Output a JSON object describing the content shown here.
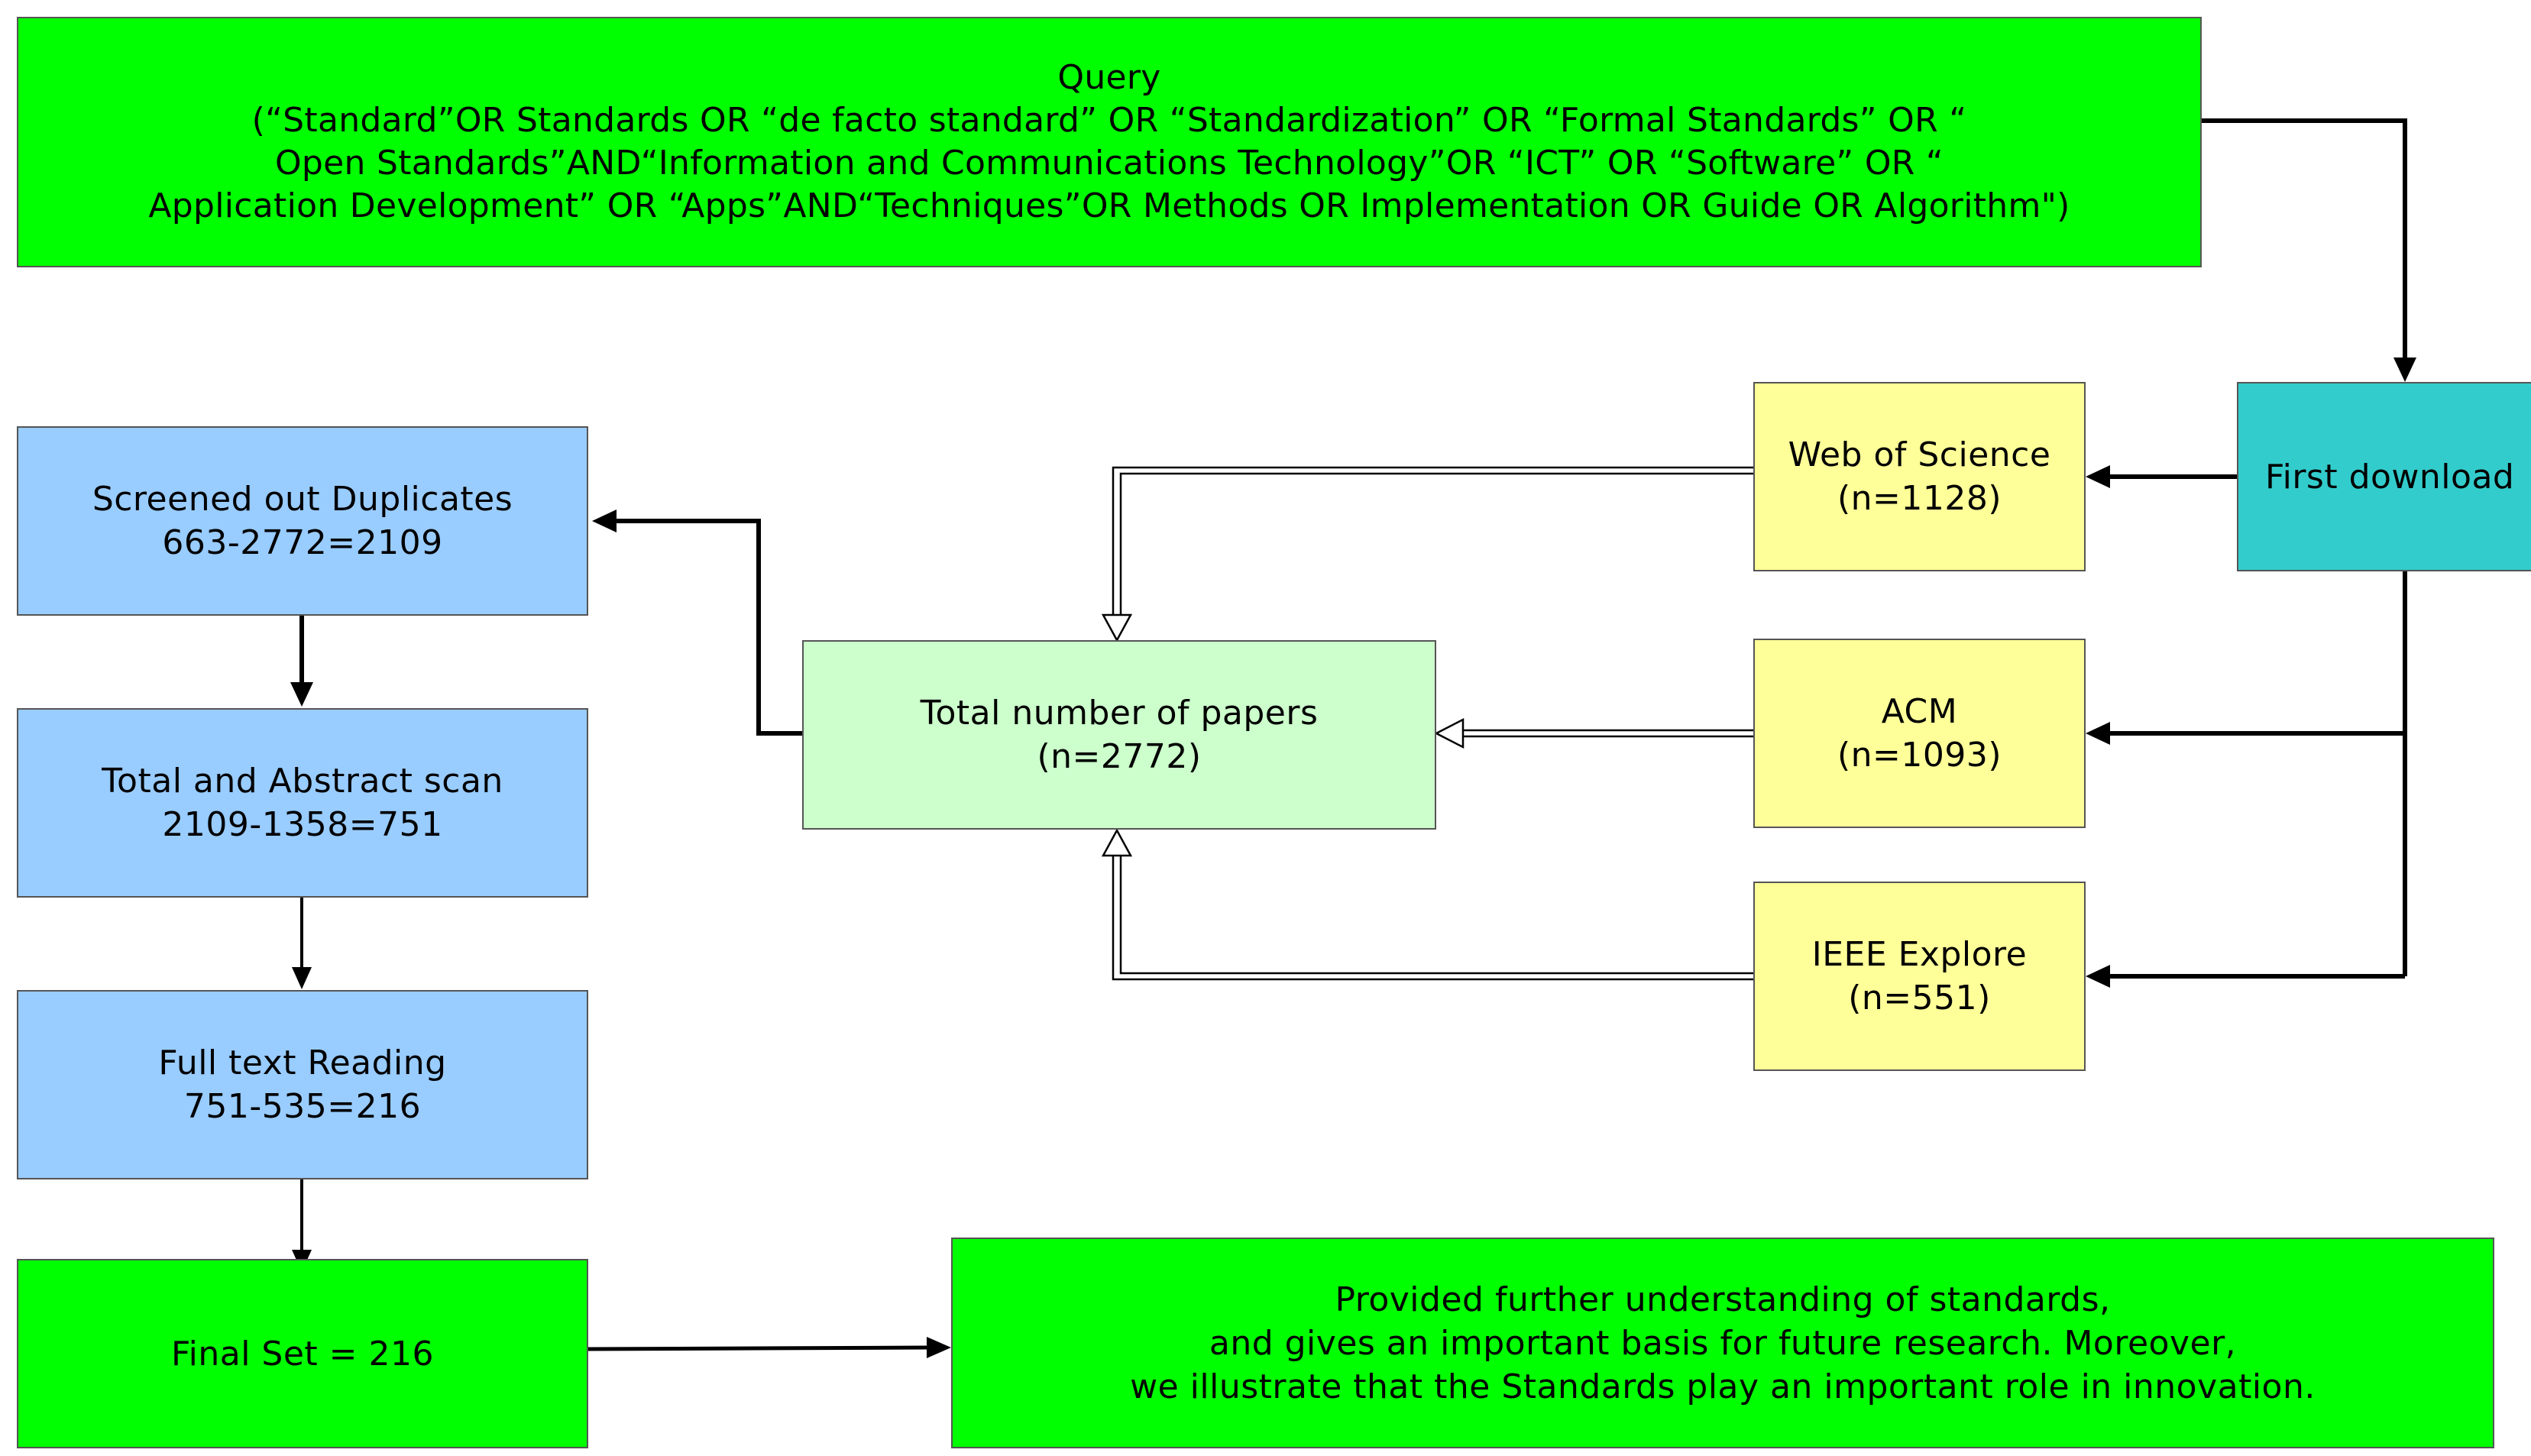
{
  "colors": {
    "query": "#00ff00",
    "download": "#33cccc",
    "source": "#ffff99",
    "total": "#ccffcc",
    "step": "#99ccff",
    "final": "#00ff00",
    "conclusion": "#00ff00"
  },
  "query": {
    "title": "Query",
    "line1": "(“Standard”OR Standards OR “de facto standard” OR “Standardization” OR “Formal Standards” OR “",
    "line2": "Open Standards”AND“Information and Communications Technology”OR “ICT” OR “Software” OR “",
    "line3": "Application Development” OR “Apps”AND“Techniques”OR Methods OR Implementation OR Guide OR Algorithm\")"
  },
  "first_download": {
    "label": "First download"
  },
  "sources": [
    {
      "name": "Web of Science",
      "count": "(n=1128)"
    },
    {
      "name": "ACM",
      "count": "(n=1093)"
    },
    {
      "name": "IEEE Explore",
      "count": "(n=551)"
    }
  ],
  "total": {
    "label": "Total number of papers",
    "count": "(n=2772)"
  },
  "steps": [
    {
      "label": "Screened out Duplicates",
      "value": "663-2772=2109"
    },
    {
      "label": "Total and Abstract scan",
      "value": "2109-1358=751"
    },
    {
      "label": "Full text Reading",
      "value": "751-535=216"
    }
  ],
  "final_set": {
    "label": "Final Set = 216"
  },
  "conclusion": {
    "line1": "Provided further understanding of standards,",
    "line2": "and gives an important basis for future research. Moreover,",
    "line3": "we illustrate that the Standards play an important role in innovation."
  }
}
